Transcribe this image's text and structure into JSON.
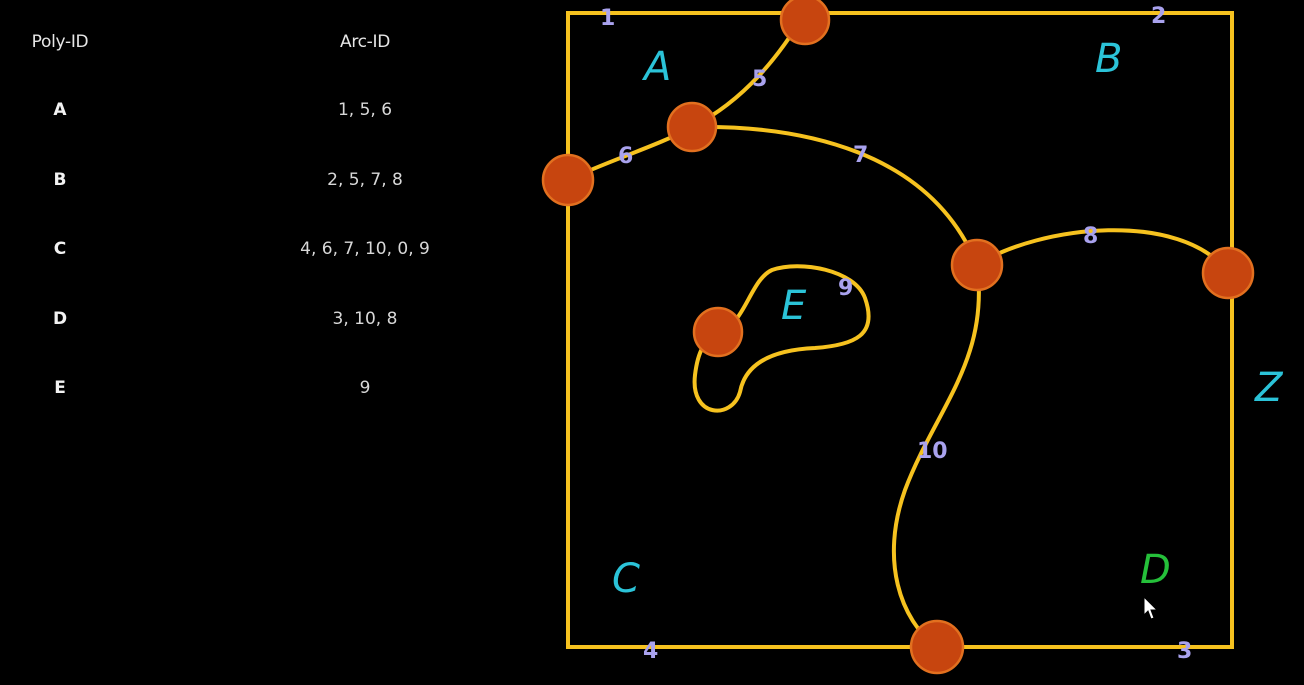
{
  "table": {
    "header_poly": "Poly-ID",
    "header_arc": "Arc-ID",
    "rows": [
      {
        "poly": "A",
        "arcs": "1, 5, 6"
      },
      {
        "poly": "B",
        "arcs": "2, 5, 7, 8"
      },
      {
        "poly": "C",
        "arcs": "4, 6, 7, 10, 0, 9"
      },
      {
        "poly": "D",
        "arcs": "3, 10, 8"
      },
      {
        "poly": "E",
        "arcs": "9"
      }
    ]
  },
  "arc_labels": {
    "a1": "1",
    "a2": "2",
    "a3": "3",
    "a4": "4",
    "a5": "5",
    "a6": "6",
    "a7": "7",
    "a8": "8",
    "a9": "9",
    "a10": "10"
  },
  "polygon_labels": {
    "A": "A",
    "B": "B",
    "C": "C",
    "D": "D",
    "E": "E",
    "Z": "Z"
  },
  "colors": {
    "background": "#000000",
    "arc": "#f6c21f",
    "node": "#c7450f",
    "arc_label": "#a9a2ee",
    "polygon_label": "#2bc3d8",
    "highlight_label": "#25c03a"
  }
}
